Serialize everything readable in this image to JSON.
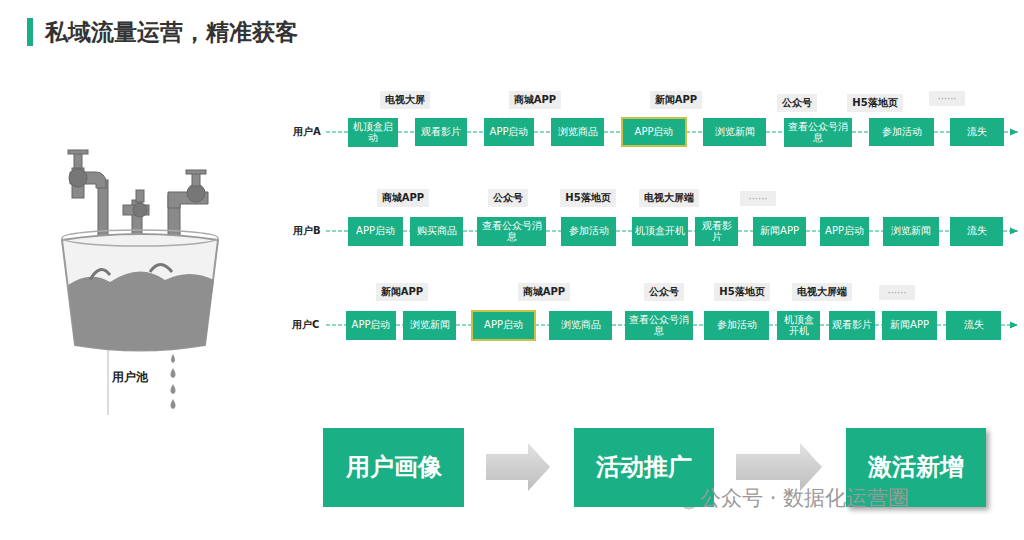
{
  "diagram": {
    "title": "私域流量运营，精准获客",
    "nodes": [
      {
        "text": [
          "机顶盒启动"
        ]
      },
      {
        "text": [
          "观看影片"
        ]
      },
      {
        "text": [
          "APP启动"
        ]
      },
      {
        "text": [
          "浏览商品"
        ]
      },
      {
        "text": [
          "APP启动"
        ]
      },
      {
        "text": [
          "浏览新闻"
        ]
      },
      {
        "text": [
          "查看公众号消息"
        ]
      },
      {
        "text": [
          "参加活动"
        ]
      },
      {
        "text": [
          "流失"
        ]
      },
      {
        "text": [
          "APP启动"
        ]
      },
      {
        "text": [
          "购买商品"
        ]
      },
      {
        "text": [
          "查看公众号消息"
        ]
      },
      {
        "text": [
          "参加活动"
        ]
      },
      {
        "text": [
          "机顶盒开机"
        ]
      },
      {
        "text": [
          "观看影片"
        ]
      },
      {
        "text": [
          "新闻APP"
        ]
      },
      {
        "text": [
          "APP启动"
        ]
      },
      {
        "text": [
          "浏览新闻"
        ]
      },
      {
        "text": [
          "流失"
        ]
      },
      {
        "text": [
          "APP启动"
        ]
      },
      {
        "text": [
          "浏览新闻"
        ]
      },
      {
        "text": [
          "APP启动"
        ]
      },
      {
        "text": [
          "浏览商品"
        ]
      },
      {
        "text": [
          "查看公众号消息"
        ]
      },
      {
        "text": [
          "参加活动"
        ]
      },
      {
        "text": [
          "机顶盒开机"
        ]
      },
      {
        "text": [
          "观看影片"
        ]
      },
      {
        "text": [
          "新闻APP"
        ]
      },
      {
        "text": [
          "流失"
        ]
      },
      {
        "text": [
          "用户画像"
        ]
      },
      {
        "text": [
          "活动推广"
        ]
      },
      {
        "text": [
          "激活新增"
        ]
      }
    ],
    "edges": [
      {
        "from": 0,
        "to": 1,
        "arrow": "none"
      },
      {
        "from": 1,
        "to": 2,
        "arrow": "none"
      },
      {
        "from": 2,
        "to": 3,
        "arrow": "none"
      },
      {
        "from": 3,
        "to": 4,
        "arrow": "none"
      },
      {
        "from": 4,
        "to": 5,
        "arrow": "none"
      },
      {
        "from": 5,
        "to": 6,
        "arrow": "none"
      },
      {
        "from": 6,
        "to": 7,
        "arrow": "none"
      },
      {
        "from": 7,
        "to": 8,
        "arrow": "none"
      },
      {
        "from": 9,
        "to": 10,
        "arrow": "none"
      },
      {
        "from": 10,
        "to": 11,
        "arrow": "none"
      },
      {
        "from": 11,
        "to": 12,
        "arrow": "none"
      },
      {
        "from": 12,
        "to": 13,
        "arrow": "none"
      },
      {
        "from": 13,
        "to": 14,
        "arrow": "none"
      },
      {
        "from": 14,
        "to": 15,
        "arrow": "none"
      },
      {
        "from": 15,
        "to": 16,
        "arrow": "none"
      },
      {
        "from": 16,
        "to": 17,
        "arrow": "none"
      },
      {
        "from": 17,
        "to": 18,
        "arrow": "none"
      },
      {
        "from": 19,
        "to": 20,
        "arrow": "none"
      },
      {
        "from": 20,
        "to": 21,
        "arrow": "none"
      },
      {
        "from": 21,
        "to": 22,
        "arrow": "none"
      },
      {
        "from": 22,
        "to": 23,
        "arrow": "none"
      },
      {
        "from": 23,
        "to": 24,
        "arrow": "none"
      },
      {
        "from": 24,
        "to": 25,
        "arrow": "none"
      },
      {
        "from": 25,
        "to": 26,
        "arrow": "none"
      },
      {
        "from": 26,
        "to": 27,
        "arrow": "none"
      },
      {
        "from": 27,
        "to": 28,
        "arrow": "none"
      },
      {
        "from": 29,
        "to": 30,
        "arrow": "to"
      },
      {
        "from": 30,
        "to": 31,
        "arrow": "to"
      }
    ],
    "labels": [
      "用户池",
      "用户A",
      "电视大屏",
      "商城APP",
      "新闻APP",
      "公众号",
      "H5落地页",
      "······",
      "用户B",
      "商城APP",
      "公众号",
      "H5落地页",
      "电视大屏端",
      "······",
      "用户C",
      "新闻APP",
      "商城APP",
      "公众号",
      "H5落地页",
      "电视大屏端",
      "······",
      "公众号 · 数据化运营圈"
    ]
  }
}
